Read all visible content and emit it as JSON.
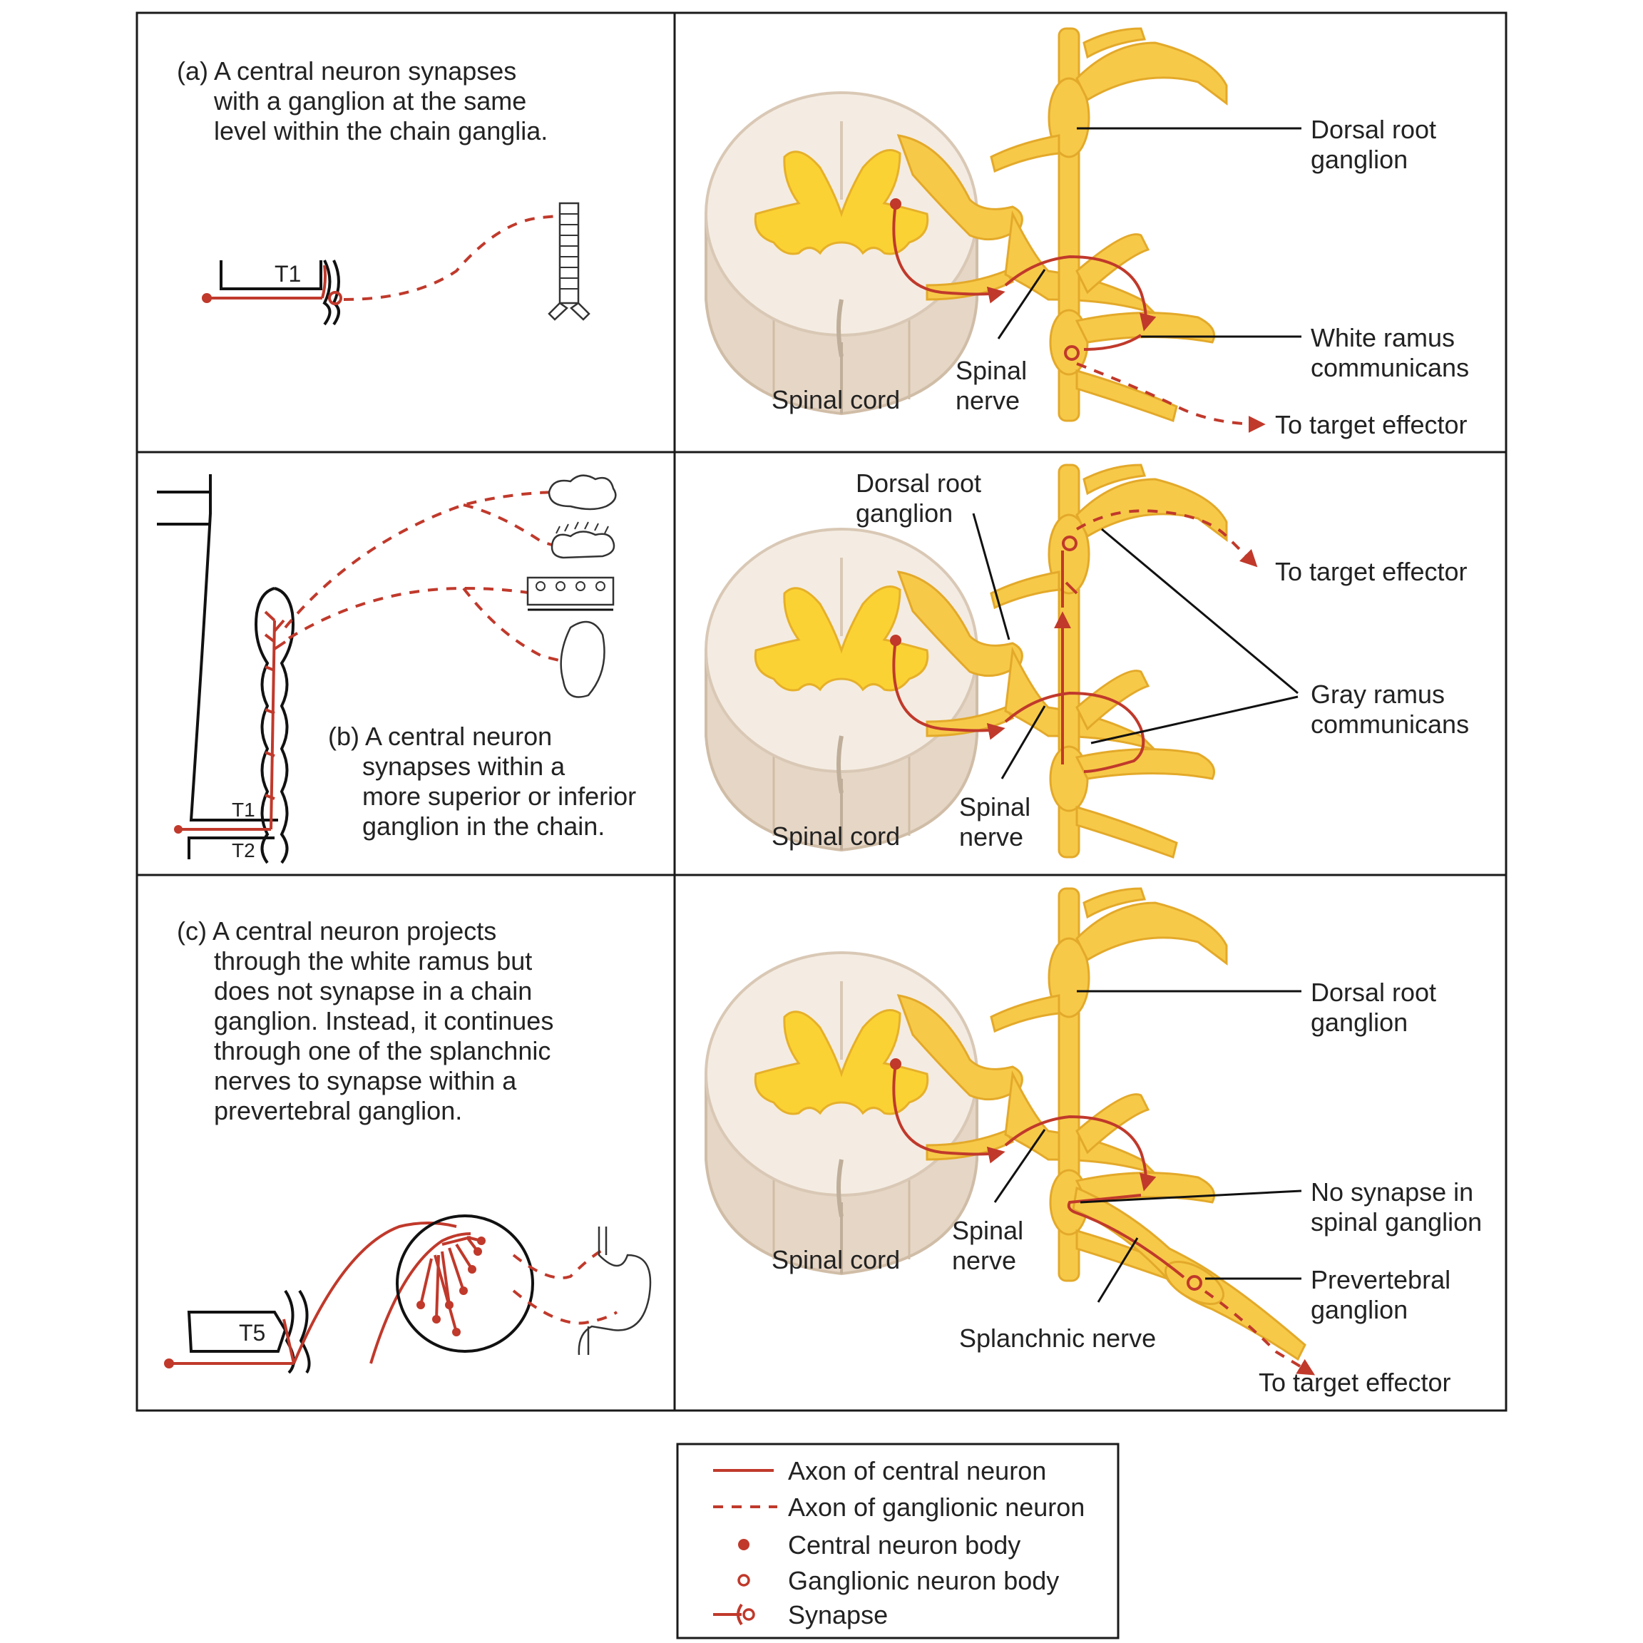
{
  "panels": {
    "a": {
      "caption": [
        "(a) A central neuron synapses",
        "with a ganglion at the same",
        "level within the chain ganglia."
      ],
      "segment_label": "T1",
      "labels": {
        "dorsal_root_ganglion": [
          "Dorsal root",
          "ganglion"
        ],
        "white_ramus": [
          "White ramus",
          "communicans"
        ],
        "spinal_cord": "Spinal cord",
        "spinal_nerve": [
          "Spinal",
          "nerve"
        ],
        "target": "To target effector"
      }
    },
    "b": {
      "caption": [
        "(b) A central neuron",
        "synapses within a",
        "more superior or inferior",
        "ganglion in the chain."
      ],
      "segment_labels": [
        "T1",
        "T2"
      ],
      "labels": {
        "dorsal_root_ganglion": [
          "Dorsal root",
          "ganglion"
        ],
        "target": "To target effector",
        "gray_ramus": [
          "Gray ramus",
          "communicans"
        ],
        "spinal_cord": "Spinal cord",
        "spinal_nerve": [
          "Spinal",
          "nerve"
        ]
      }
    },
    "c": {
      "caption": [
        "(c) A central neuron projects",
        "through the white ramus but",
        "does not synapse in a chain",
        "ganglion. Instead, it continues",
        "through one of the splanchnic",
        "nerves to synapse within a",
        "prevertebral ganglion."
      ],
      "segment_label": "T5",
      "labels": {
        "dorsal_root_ganglion": [
          "Dorsal root",
          "ganglion"
        ],
        "no_synapse": [
          "No synapse in",
          "spinal ganglion"
        ],
        "prevertebral": [
          "Prevertebral",
          "ganglion"
        ],
        "spinal_cord": "Spinal cord",
        "spinal_nerve": [
          "Spinal",
          "nerve"
        ],
        "splanchnic": "Splanchnic nerve",
        "target": "To target effector"
      }
    }
  },
  "legend": [
    {
      "symbol": "solid-line",
      "label": "Axon of central neuron"
    },
    {
      "symbol": "dashed-line",
      "label": "Axon of ganglionic neuron"
    },
    {
      "symbol": "filled-dot",
      "label": "Central neuron body"
    },
    {
      "symbol": "open-circle",
      "label": "Ganglionic neuron body"
    },
    {
      "symbol": "synapse",
      "label": "Synapse"
    }
  ],
  "colors": {
    "axon": "#c0392b",
    "nerve": "#f7c948",
    "cord": "#f4ece2"
  }
}
